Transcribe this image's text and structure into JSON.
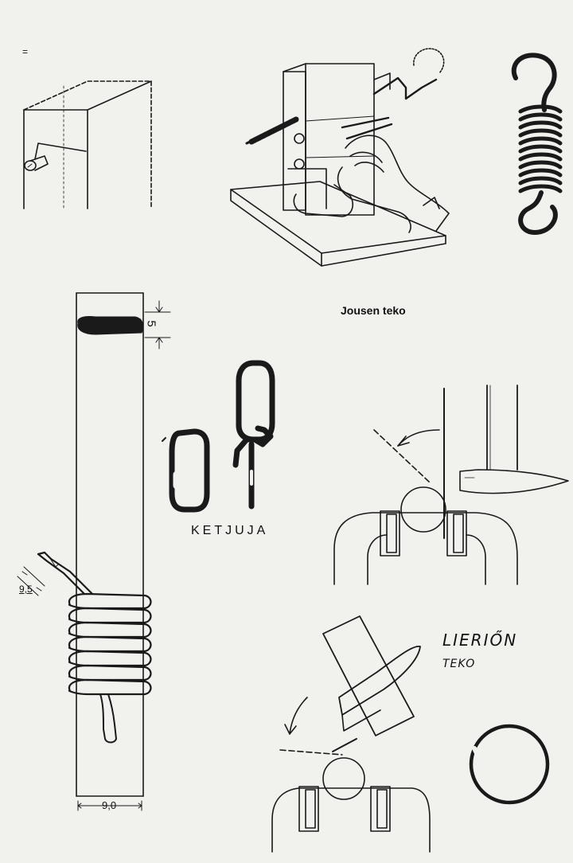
{
  "labels": {
    "spring_making": "Jousen teko",
    "chains": "KETJUJA",
    "cylinder_line1": "LIERIŐN",
    "cylinder_line2": "TEKO"
  },
  "dimensions": {
    "slot_width": "5",
    "bend_length": "9,5",
    "rod_width": "9,0"
  },
  "marks": {
    "page_mark": "="
  },
  "colors": {
    "ink": "#1a1a1a",
    "paper": "#f1f1ee"
  }
}
